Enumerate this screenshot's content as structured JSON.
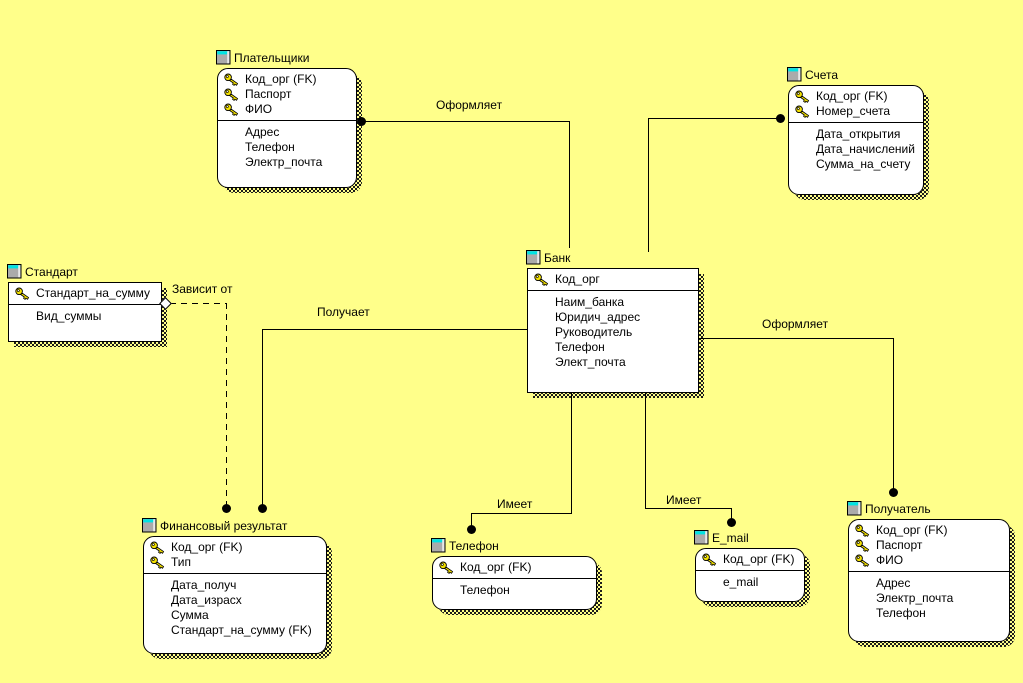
{
  "diagram": {
    "background_color": "#FFFF8A",
    "entity_fill": "#FFFFFF",
    "line_color": "#000000",
    "icons": {
      "entity_icon": "entity-box-icon (gray 3d box with cyan top)",
      "key_icon": "yellow key"
    }
  },
  "entities": [
    {
      "title": "Плательщики",
      "keys": [
        "Код_орг (FK)",
        "Паспорт",
        "ФИО"
      ],
      "attributes": [
        "Адрес",
        "Телефон",
        "Электр_почта"
      ]
    },
    {
      "title": "Счета",
      "keys": [
        "Код_орг (FK)",
        "Номер_счета"
      ],
      "attributes": [
        "Дата_открытия",
        "Дата_начислений",
        "Сумма_на_счету"
      ]
    },
    {
      "title": "Стандарт",
      "keys": [
        "Стандарт_на_сумму"
      ],
      "attributes": [
        "Вид_суммы"
      ]
    },
    {
      "title": "Банк",
      "keys": [
        "Код_орг"
      ],
      "attributes": [
        "Наим_банка",
        "Юридич_адрес",
        "Руководитель",
        "Телефон",
        "Элект_почта"
      ]
    },
    {
      "title": "Финансовый результат",
      "keys": [
        "Код_орг (FK)",
        "Тип"
      ],
      "attributes": [
        "Дата_получ",
        "Дата_израсх",
        "Сумма",
        "Стандарт_на_сумму (FK)"
      ]
    },
    {
      "title": "Телефон",
      "keys": [
        "Код_орг (FK)"
      ],
      "attributes": [
        "Телефон"
      ]
    },
    {
      "title": "E_mail",
      "keys": [
        "Код_орг (FK)"
      ],
      "attributes": [
        "e_mail"
      ]
    },
    {
      "title": "Получатель",
      "keys": [
        "Код_орг (FK)",
        "Паспорт",
        "ФИО"
      ],
      "attributes": [
        "Адрес",
        "Электр_почта",
        "Телефон"
      ]
    }
  ],
  "relationships": {
    "payers_bank_label": "Оформляет",
    "bank_finresult_label": "Получает",
    "standard_finresult_label": "Зависит от",
    "bank_phone_label": "Имеет",
    "bank_email_label": "Имеет",
    "bank_receiver_label": "Оформляет"
  }
}
